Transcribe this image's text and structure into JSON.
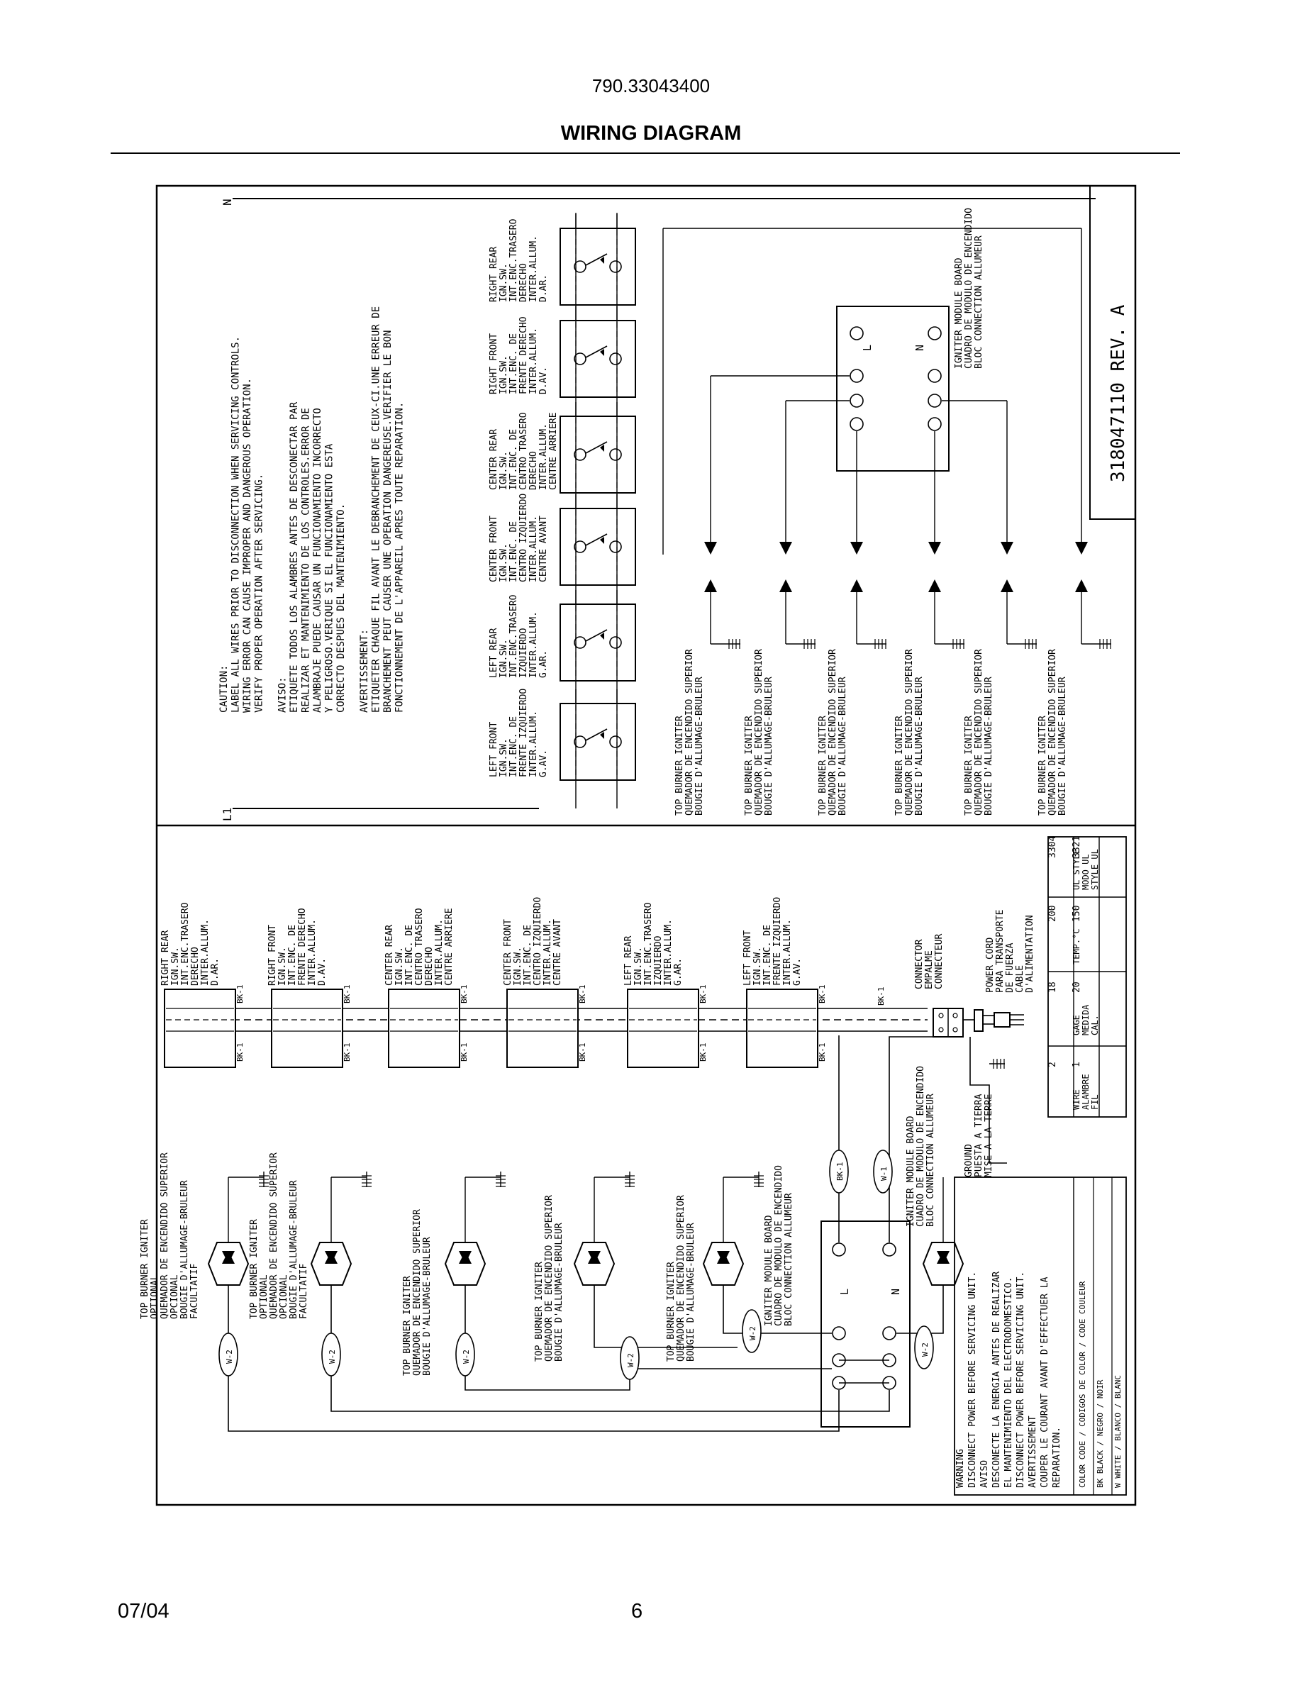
{
  "header": {
    "model": "790.33043400",
    "title": "WIRING DIAGRAM"
  },
  "footer": {
    "date": "07/04",
    "page": "6"
  },
  "diagram": {
    "top": {
      "line_n": "N",
      "line_l1": "L1",
      "rev": "318047110  REV. A",
      "caution": [
        "CAUTION:",
        "LABEL ALL WIRES PRIOR TO DISCONNECTION WHEN SERVICING CONTROLS.",
        "WIRING ERROR CAN CAUSE IMPROPER AND DANGEROUS OPERATION.",
        "VERIFY PROPER OPERATION AFTER SERVICING.",
        "",
        "AVISO:",
        "ETIQUETE TODOS LOS ALAMBRES ANTES DE DESCONECTAR PAR",
        "REALIZAR ET MANTENIMIENTO DE LOS CONTROLES.ERROR DE",
        "ALAMBRAJE PUEDE CAUSAR UN FUNCIONAMIENTO INCORRECTO",
        "Y PELIGROSO.VERIQUE SI EL FUNCIONAMIENTO ESTA",
        "CORRECTO DESPUES DEL MANTENIMIENTO.",
        "",
        "AVERTISSEMENT:",
        "ETIQUETER CHAQUE FIL AVANT LE DEBRANCHEMENT DE CEUX-CI.UNE ERREUR DE",
        "BRANCHEMENT PEUT CAUSER UNE OPERATION DANGEREUSE.VERIFIER LE BON",
        "FONCTIONNEMENT DE L'APPAREIL APRES TOUTE REPARATION."
      ],
      "switches": [
        {
          "label": [
            "LEFT FRONT",
            "IGN.SW.",
            "INT.ENC. DE",
            "FRENTE IZQUIERDO",
            "INTER.ALLUM.",
            "G.AV."
          ]
        },
        {
          "label": [
            "LEFT REAR",
            "IGN.SW.",
            "INT.ENC.TRASERO",
            "IZQUIERDO",
            "INTER.ALLUM.",
            "G.AR."
          ]
        },
        {
          "label": [
            "CENTER FRONT",
            "IGN.SW.",
            "INT.ENC. DE",
            "CENTRO IZQUIERDO",
            "INTER.ALLUM.",
            "CENTRE AVANT"
          ]
        },
        {
          "label": [
            "CENTER REAR",
            "IGN.SW.",
            "INT.ENC. DE",
            "CENTRO TRASERO",
            "DERECHO",
            "INTER.ALLUM.",
            "CENTRE ARRIERE"
          ]
        },
        {
          "label": [
            "RIGHT FRONT",
            "IGN.SW.",
            "INT.ENC. DE",
            "FRENTE DERECHO",
            "INTER.ALLUM.",
            "D.AV."
          ]
        },
        {
          "label": [
            "RIGHT REAR",
            "IGN.SW.",
            "INT.ENC.TRASERO",
            "DERECHO",
            "INTER.ALLUM.",
            "D.AR."
          ]
        }
      ],
      "igniter_label": [
        "TOP BURNER IGNITER",
        "QUEMADOR DE ENCENDIDO SUPERIOR",
        "BOUGIE D'ALLUMAGE-BRULEUR"
      ],
      "module_label": [
        "IGNITER MODULE BOARD",
        "CUADRO DE MODULO DE ENCENDIDO",
        "BLOC CONNECTION ALLUMEUR"
      ],
      "module_terminals": {
        "l": "L",
        "n": "N"
      }
    },
    "bottom": {
      "switches": [
        {
          "label": [
            "RIGHT REAR",
            "IGN.SW.",
            "INT.ENC.TRASERO",
            "DERECHO",
            "INTER.ALLUM.",
            "D.AR."
          ]
        },
        {
          "label": [
            "RIGHT FRONT",
            "IGN.SW.",
            "INT.ENC. DE",
            "FRENTE DERECHO",
            "INTER.ALLUM.",
            "D.AV."
          ]
        },
        {
          "label": [
            "CENTER REAR",
            "IGN.SW.",
            "INT.ENC. DE",
            "CENTRO TRASERO",
            "DERECHO",
            "INTER.ALLUM.",
            "CENTRE ARRIERE"
          ]
        },
        {
          "label": [
            "CENTER FRONT",
            "IGN.SW.",
            "INT.ENC. DE",
            "CENTRO IZQUIERDO",
            "INTER.ALLUM.",
            "CENTRE AVANT"
          ]
        },
        {
          "label": [
            "LEFT REAR",
            "IGN.SW.",
            "INT.ENC.TRASERO",
            "IZQUIERDO",
            "INTER.ALLUM.",
            "G.AR."
          ]
        },
        {
          "label": [
            "LEFT FRONT",
            "IGN.SW.",
            "INT.ENC. DE",
            "FRENTE IZQUIERDO",
            "INTER.ALLUM.",
            "G.AV."
          ]
        }
      ],
      "bk_label": "BK-1",
      "w1_label": "W-1",
      "w2_label": "W-2",
      "igniters": [
        {
          "label": [
            "TOP BURNER IGNITER",
            "OPTIONAL",
            "QUEMADOR DE ENCENDIDO SUPERIOR",
            "OPCIONAL",
            "BOUGIE D'ALLUMAGE-BRULEUR",
            "FACULTATIF"
          ]
        },
        {
          "label": [
            "TOP BURNER IGNITER",
            "OPTIONAL",
            "QUEMADOR DE ENCENDIDO SUPERIOR",
            "OPCIONAL",
            "BOUGIE D'ALLUMAGE-BRULEUR",
            "FACULTATIF"
          ]
        },
        {
          "label": [
            "TOP BURNER IGNITER",
            "QUEMADOR DE ENCENDIDO SUPERIOR",
            "BOUGIE D'ALLUMAGE-BRULEUR"
          ]
        },
        {
          "label": [
            "TOP BURNER IGNITER",
            "QUEMADOR DE ENCENDIDO SUPERIOR",
            "BOUGIE D'ALLUMAGE-BRULEUR"
          ]
        },
        {
          "label": [
            "TOP BURNER IGNITER",
            "QUEMADOR DE ENCENDIDO SUPERIOR",
            "BOUGIE D'ALLUMAGE-BRULEUR"
          ]
        },
        {
          "label": [
            "IGNITER MODULE BOARD",
            "CUADRO DE MODULO DE ENCENDIDO",
            "BLOC CONNECTION ALLUMEUR"
          ]
        }
      ],
      "module_label": [
        "IGNITER MODULE BOARD",
        "CUADRO DE MODULO DE ENCENDIDO",
        "BLOC CONNECTION ALLUMEUR"
      ],
      "module_terminals": {
        "l": "L",
        "n": "N"
      },
      "ground_label": [
        "GROUND",
        "PUESTA A TIERRA",
        "MISE A LA TERRE"
      ],
      "connector_label": [
        "CONNECTOR",
        "EMPALME",
        "CONNECTEUR"
      ],
      "cord_label": [
        "POWER CORD",
        "PARA TRANSPORTE",
        "DE FUERZA",
        "CABLE",
        "D'ALIMENTATION"
      ],
      "wire_table": {
        "rows": [
          [
            "WIRE",
            "ALAMBRE",
            "FIL"
          ],
          [
            "GAGE",
            "MEDIDA",
            "CAL."
          ],
          [
            "TEMP.°C"
          ],
          [
            "UL STYLE",
            "MODO UL",
            "STYLE UL"
          ]
        ],
        "values": [
          [
            "2",
            "18",
            "200",
            "3304"
          ],
          [
            "1",
            "20",
            "150",
            "3321"
          ]
        ]
      },
      "warning": [
        "WARNING",
        "DISCONNECT POWER BEFORE SERVICING UNIT.",
        "AVISO",
        "DESCONECTE LA ENERGIA ANTES DE REALIZAR",
        "EL MANTENIMIENTO DEL ELECTRODOMESTICO.",
        "DISCONNECT POWER BEFORE SERVICING UNIT.",
        "AVERTISSEMENT",
        "COUPER LE COURANT AVANT D'EFFECTUER LA",
        "REPARATION."
      ],
      "color_code": [
        "COLOR CODE / CODIGOS DE COLOR / CODE COULEUR",
        "BK  BLACK / NEGRO / NOIR",
        "W   WHITE / BLANCO / BLANC"
      ]
    }
  }
}
